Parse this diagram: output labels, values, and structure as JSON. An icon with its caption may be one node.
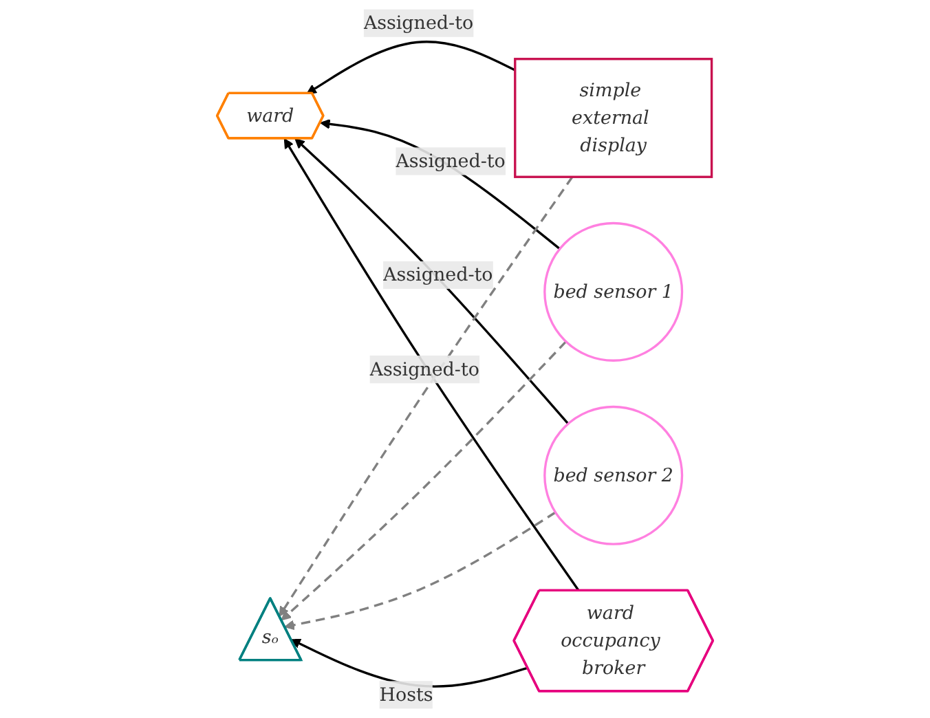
{
  "diagram": {
    "nodes": [
      {
        "text": [
          "simple external display"
        ]
      },
      {
        "text": [
          "bed sensor 1"
        ]
      },
      {
        "text": [
          "sₒ"
        ]
      },
      {
        "text": [
          "ward"
        ]
      },
      {
        "text": [
          "bed sensor 2"
        ]
      },
      {
        "text": [
          "ward occupancy broker"
        ]
      }
    ],
    "edges": [
      {
        "from": 0,
        "to": 3,
        "arrow": "to",
        "label": "Assigned-to"
      },
      {
        "from": 1,
        "to": 3,
        "arrow": "to",
        "label": "Assigned-to"
      },
      {
        "from": 4,
        "to": 3,
        "arrow": "to",
        "label": "Assigned-to"
      },
      {
        "from": 5,
        "to": 3,
        "arrow": "to",
        "label": "Assigned-to"
      },
      {
        "from": 0,
        "to": 2,
        "arrow": "to",
        "style": "dashed",
        "color": "#808080"
      },
      {
        "from": 1,
        "to": 2,
        "arrow": "to",
        "style": "dashed",
        "color": "#808080"
      },
      {
        "from": 4,
        "to": 2,
        "arrow": "to",
        "style": "dashed",
        "color": "#808080"
      },
      {
        "from": 5,
        "to": 2,
        "arrow": "to",
        "label": "Hosts"
      }
    ]
  }
}
